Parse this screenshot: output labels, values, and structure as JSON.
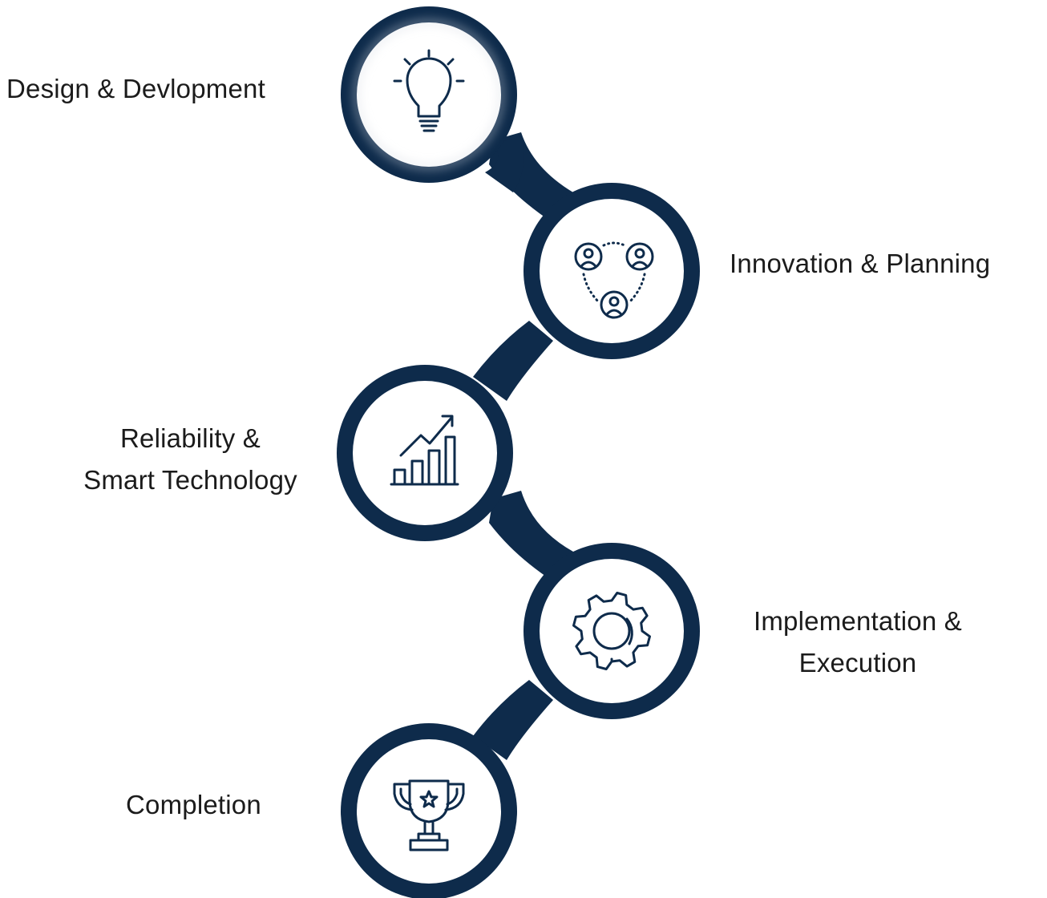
{
  "colors": {
    "connector": "#0e2b4b",
    "icon_stroke": "#0e2b4b",
    "node_fill": "#ffffff",
    "text": "#1b1b1b"
  },
  "steps": [
    {
      "label_lines": [
        "Design & Devlopment"
      ],
      "icon": "lightbulb-icon"
    },
    {
      "label_lines": [
        "Innovation & Planning"
      ],
      "icon": "team-network-icon"
    },
    {
      "label_lines": [
        "Reliability &",
        "Smart Technology"
      ],
      "icon": "growth-chart-icon"
    },
    {
      "label_lines": [
        "Implementation &",
        "Execution"
      ],
      "icon": "gear-icon"
    },
    {
      "label_lines": [
        "Completion"
      ],
      "icon": "trophy-icon"
    }
  ]
}
